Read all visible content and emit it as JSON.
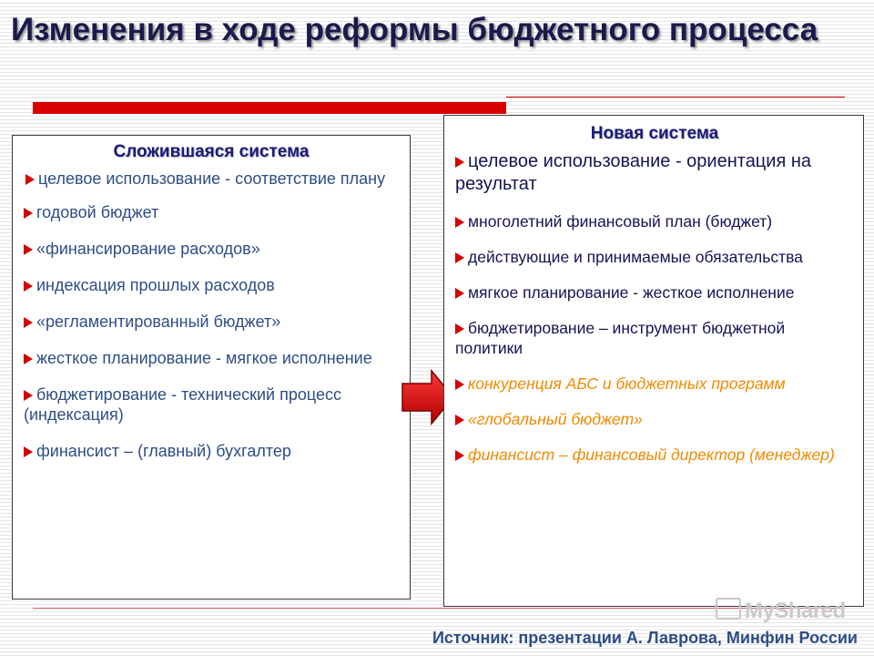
{
  "title": "Изменения в ходе реформы бюджетного процесса",
  "old_system": {
    "heading": "Сложившаяся система",
    "items": [
      "целевое использование - соответствие плану",
      "годовой бюджет",
      "«финансирование расходов»",
      "индексация прошлых расходов",
      "«регламентированный бюджет»",
      "жесткое планирование - мягкое исполнение",
      "бюджетирование -  технический процесс (индексация)",
      "финансист – (главный) бухгалтер"
    ]
  },
  "new_system": {
    "heading": "Новая система",
    "items": [
      "целевое использование - ориентация на результат",
      "многолетний финансовый план (бюджет)",
      "действующие и принимаемые обязательства",
      "мягкое планирование - жесткое исполнение",
      "бюджетирование – инструмент бюджетной политики",
      "конкуренция АБС и бюджетных программ",
      "«глобальный бюджет»",
      "финансист – финансовый директор (менеджер)"
    ]
  },
  "source": "Источник: презентации А. Лаврова, Минфин России",
  "watermark": "MyShared",
  "colors": {
    "accent_red": "#d60000",
    "title_navy": "#1a1a4c",
    "old_text": "#2c4e86",
    "new_text": "#141455",
    "highlight_orange": "#f08a00"
  },
  "icons": {
    "bullet": "red-triangle-bullet-icon",
    "arrow": "red-right-arrow-icon"
  }
}
